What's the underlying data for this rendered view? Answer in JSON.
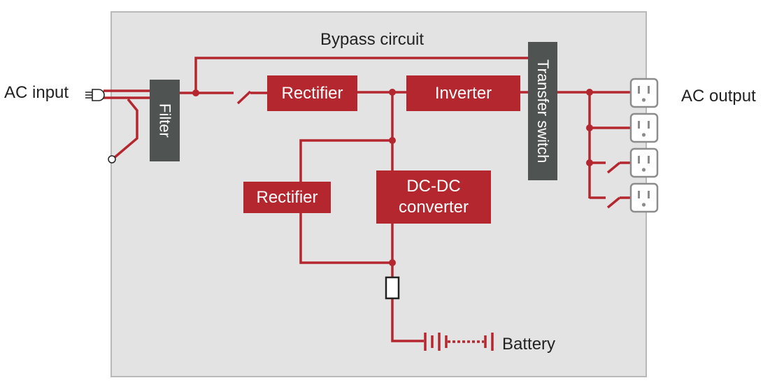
{
  "labels": {
    "bypass_circuit": "Bypass circuit",
    "ac_input": "AC input",
    "ac_output": "AC output",
    "battery": "Battery"
  },
  "blocks": {
    "filter": "Filter",
    "transfer_switch": "Transfer switch",
    "rectifier_main": "Rectifier",
    "inverter": "Inverter",
    "rectifier_charger": "Rectifier",
    "dcdc_line1": "DC-DC",
    "dcdc_line2": "converter"
  },
  "colors": {
    "panel": "#e3e3e3",
    "panel_border": "#b9b9b9",
    "circuit": "#b5272f",
    "dark_block": "#4f5453",
    "outlet": "#8c8c8c",
    "text": "#222222"
  },
  "icons": {
    "plug": "ac-plug-icon",
    "outlet": "ac-outlet-icon",
    "battery": "battery-icon",
    "fuse": "fuse-icon",
    "switch": "switch-icon"
  }
}
